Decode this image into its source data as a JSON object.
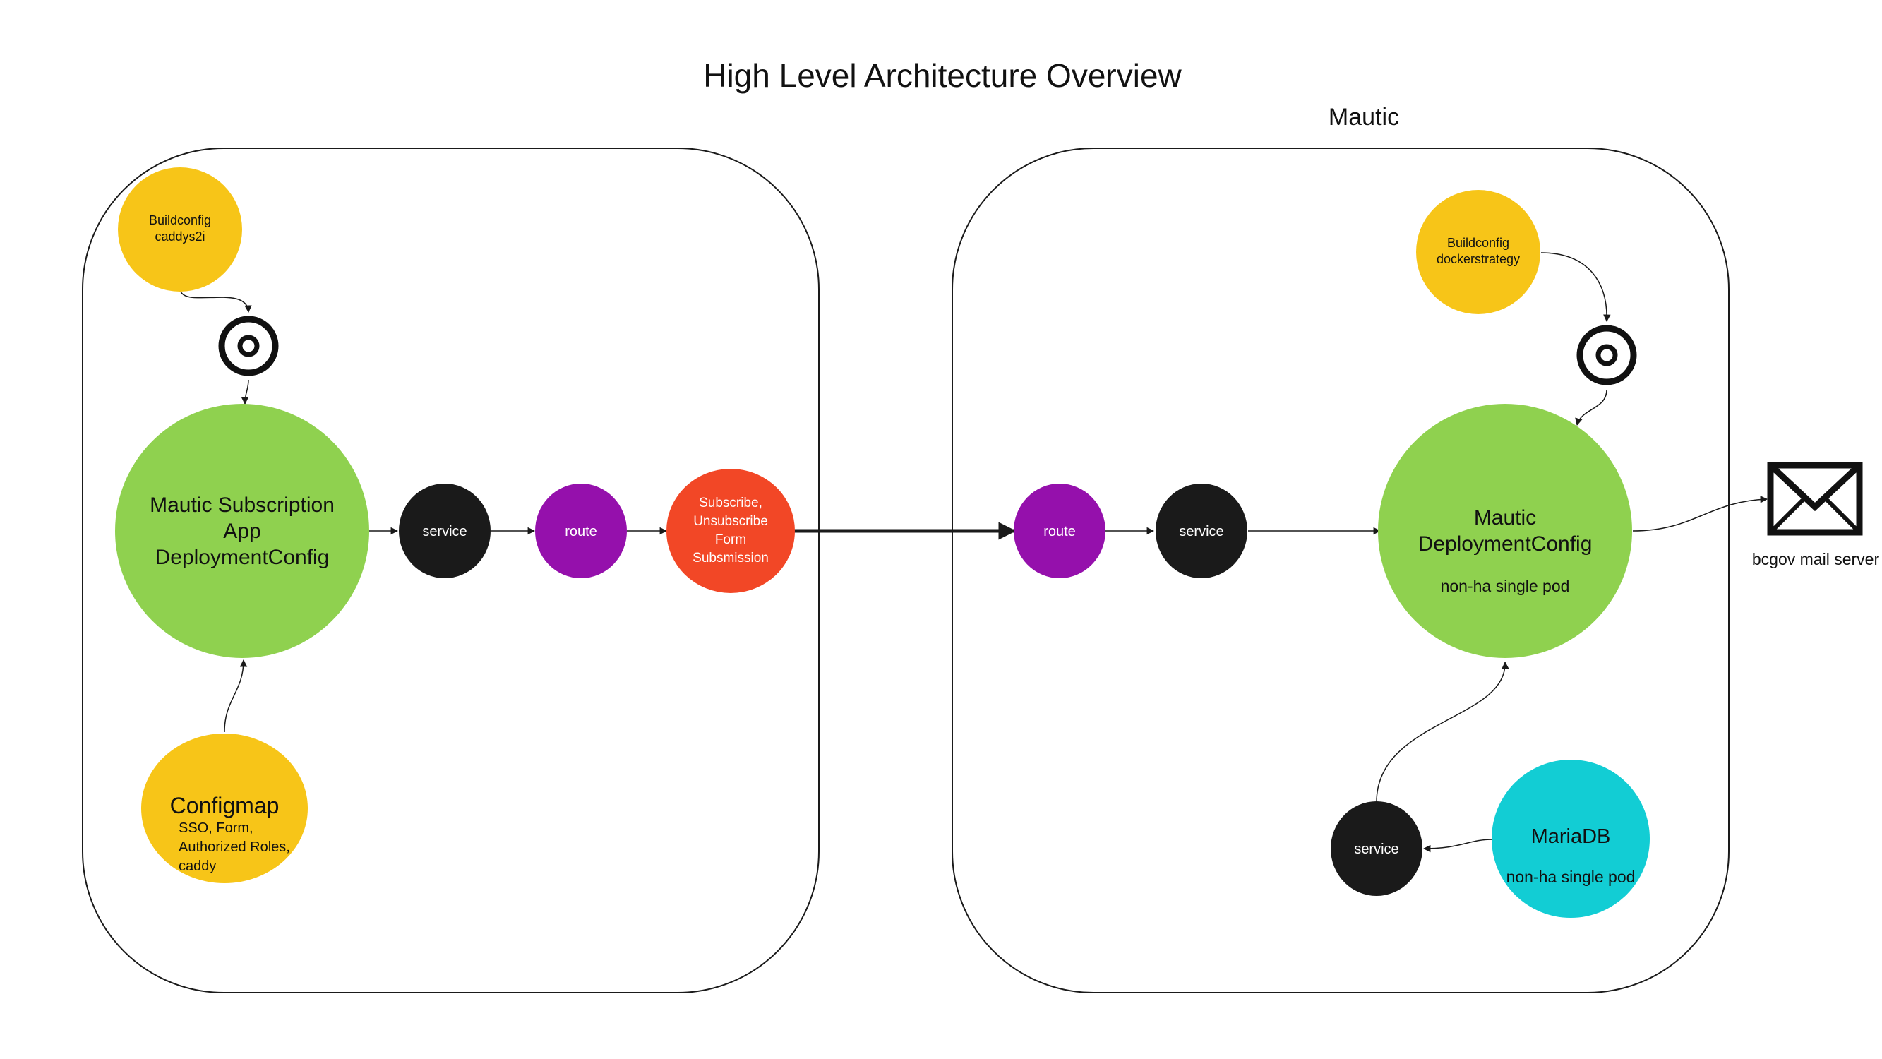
{
  "title": "High Level Architecture Overview",
  "right_group_label": "Mautic",
  "left_group": {
    "buildconfig": [
      "Buildconfig",
      "caddys2i"
    ],
    "main_app": [
      "Mautic Subscription",
      "App",
      "DeploymentConfig"
    ],
    "configmap_title": "Configmap",
    "configmap_details": [
      "SSO, Form,",
      "Authorized Roles,",
      "caddy"
    ],
    "service": "service",
    "route": "route",
    "form_submission": [
      "Subscribe,",
      "Unsubscribe",
      "Form",
      "Subsmission"
    ]
  },
  "right_group": {
    "route": "route",
    "service": "service",
    "buildconfig": [
      "Buildconfig",
      "dockerstrategy"
    ],
    "main_app": [
      "Mautic",
      "DeploymentConfig"
    ],
    "main_app_note": "non-ha single pod",
    "db_service": "service",
    "database_title": "MariaDB",
    "database_note": "non-ha single pod"
  },
  "mail_server_label": "bcgov mail server",
  "colors": {
    "yellow": "#F7C518",
    "green": "#8FD14F",
    "black": "#1A1A1A",
    "purple": "#9510AC",
    "red": "#F24726",
    "cyan": "#12CDD4",
    "stroke": "#1A1A1A"
  },
  "icons": [
    "image-stream-icon",
    "image-stream-icon",
    "envelope-icon"
  ]
}
